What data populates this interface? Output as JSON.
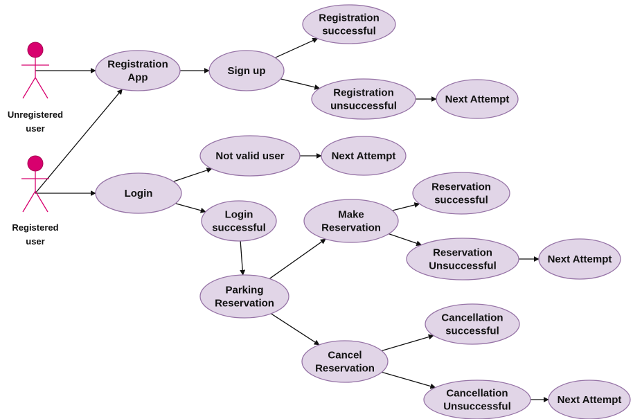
{
  "diagram": {
    "actors": [
      {
        "id": "unregistered",
        "label_lines": [
          "Unregistered",
          "user"
        ],
        "icon": "stick-figure-actor"
      },
      {
        "id": "registered",
        "label_lines": [
          "Registered",
          "user"
        ],
        "icon": "stick-figure-actor"
      }
    ],
    "usecases": [
      {
        "id": "reg_app",
        "lines": [
          "Registration",
          "App"
        ]
      },
      {
        "id": "signup",
        "lines": [
          "Sign up"
        ]
      },
      {
        "id": "reg_success",
        "lines": [
          "Registration",
          "successful"
        ]
      },
      {
        "id": "reg_unsuccess",
        "lines": [
          "Registration",
          "unsuccessful"
        ]
      },
      {
        "id": "next1",
        "lines": [
          "Next Attempt"
        ]
      },
      {
        "id": "login",
        "lines": [
          "Login"
        ]
      },
      {
        "id": "not_valid",
        "lines": [
          "Not valid user"
        ]
      },
      {
        "id": "next2",
        "lines": [
          "Next Attempt"
        ]
      },
      {
        "id": "login_success",
        "lines": [
          "Login",
          "successful"
        ]
      },
      {
        "id": "make_res",
        "lines": [
          "Make",
          "Reservation"
        ]
      },
      {
        "id": "res_success",
        "lines": [
          "Reservation",
          "successful"
        ]
      },
      {
        "id": "res_unsuccess",
        "lines": [
          "Reservation",
          "Unsuccessful"
        ]
      },
      {
        "id": "next3",
        "lines": [
          "Next Attempt"
        ]
      },
      {
        "id": "parking_res",
        "lines": [
          "Parking",
          "Reservation"
        ]
      },
      {
        "id": "cancel_res",
        "lines": [
          "Cancel",
          "Reservation"
        ]
      },
      {
        "id": "cancel_success",
        "lines": [
          "Cancellation",
          "successful"
        ]
      },
      {
        "id": "cancel_unsuccess",
        "lines": [
          "Cancellation",
          "Unsuccessful"
        ]
      },
      {
        "id": "next4",
        "lines": [
          "Next Attempt"
        ]
      }
    ],
    "edges": [
      {
        "from": "unregistered",
        "to": "reg_app"
      },
      {
        "from": "registered",
        "to": "reg_app"
      },
      {
        "from": "registered",
        "to": "login"
      },
      {
        "from": "reg_app",
        "to": "signup"
      },
      {
        "from": "signup",
        "to": "reg_success"
      },
      {
        "from": "signup",
        "to": "reg_unsuccess"
      },
      {
        "from": "reg_unsuccess",
        "to": "next1"
      },
      {
        "from": "login",
        "to": "not_valid"
      },
      {
        "from": "not_valid",
        "to": "next2"
      },
      {
        "from": "login",
        "to": "login_success"
      },
      {
        "from": "login_success",
        "to": "parking_res"
      },
      {
        "from": "parking_res",
        "to": "make_res"
      },
      {
        "from": "make_res",
        "to": "res_success"
      },
      {
        "from": "make_res",
        "to": "res_unsuccess"
      },
      {
        "from": "res_unsuccess",
        "to": "next3"
      },
      {
        "from": "parking_res",
        "to": "cancel_res"
      },
      {
        "from": "cancel_res",
        "to": "cancel_success"
      },
      {
        "from": "cancel_res",
        "to": "cancel_unsuccess"
      },
      {
        "from": "cancel_unsuccess",
        "to": "next4"
      }
    ],
    "colors": {
      "usecase_fill": "#e1d5e7",
      "usecase_stroke": "#9673a6",
      "actor": "#d8006e",
      "edge": "#111111"
    }
  }
}
